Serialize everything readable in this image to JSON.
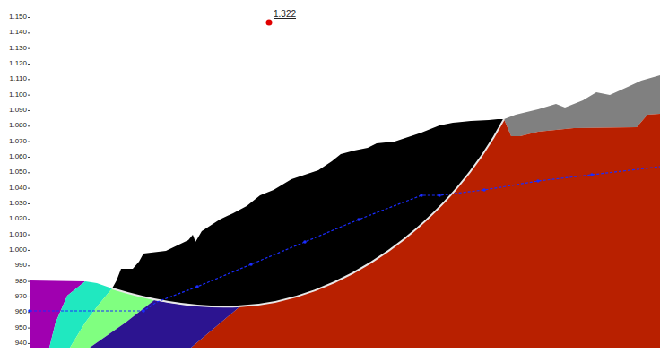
{
  "diagram": {
    "labels": [
      "1.150",
      "1.140",
      "1.130",
      "1.120",
      "1.110",
      "1.100",
      "1.090",
      "1.080",
      "1.070",
      "1.060",
      "1.050",
      "1.040",
      "1.030",
      "1.020",
      "1.010",
      "1.000",
      "990",
      "980",
      "970",
      "960",
      "950",
      "940",
      "1.322"
    ]
  }
}
